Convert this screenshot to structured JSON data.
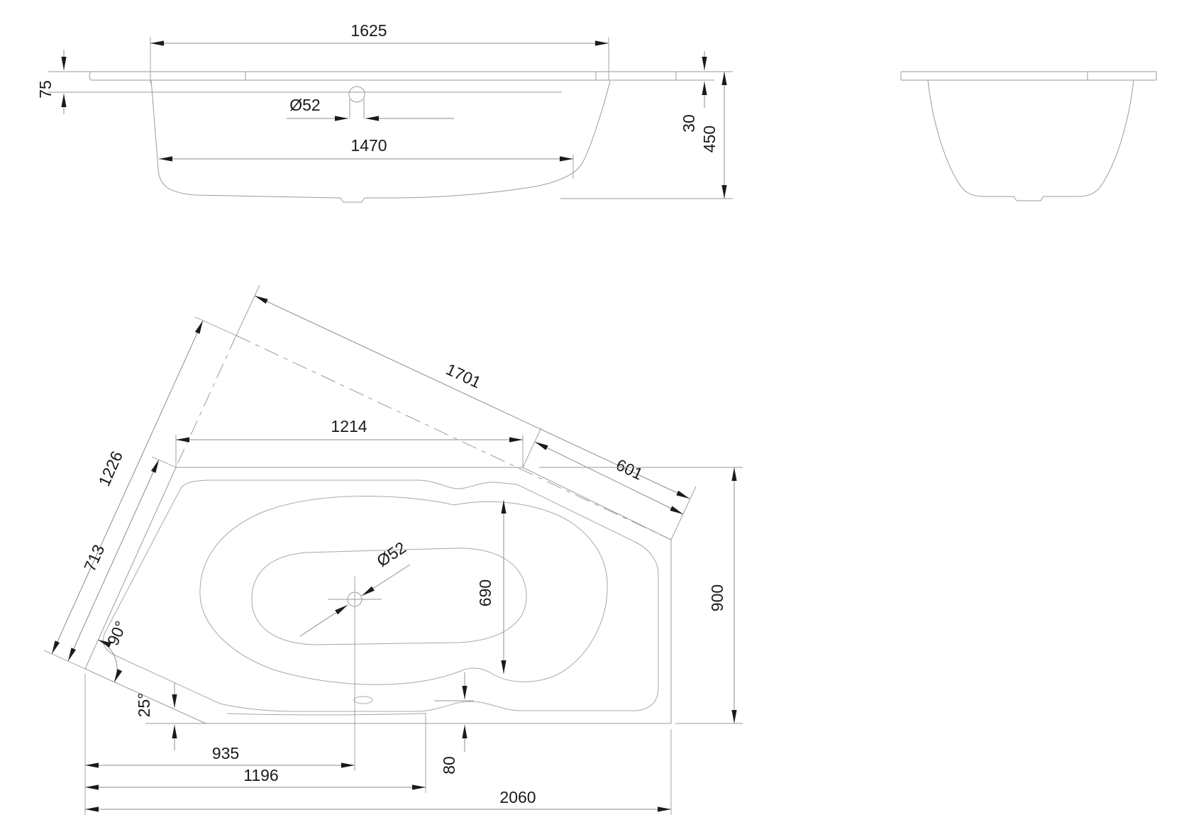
{
  "drawing": {
    "side_view": {
      "overall_length": "1625",
      "rim_height": "75",
      "drain_diameter": "Ø52",
      "bottom_length": "1470",
      "rim_thickness": "30",
      "overall_height": "450"
    },
    "plan_view": {
      "slant_total_length": "1701",
      "top_edge_length": "1214",
      "left_total_length": "1226",
      "left_edge_length": "713",
      "slant_edge_length": "601",
      "basin_inner_width": "690",
      "drain_diameter": "Ø52",
      "overall_depth": "900",
      "corner_angle": "90°",
      "slant_angle": "25°",
      "drain_offset": "935",
      "step_offset": "1196",
      "seat_offset": "80",
      "overall_length": "2060"
    },
    "colors": {
      "line": "#9a9a9a",
      "dimension": "#8c8c8c",
      "text": "#1a1a1a",
      "arrow": "#1b1b1b",
      "background": "#ffffff"
    }
  }
}
